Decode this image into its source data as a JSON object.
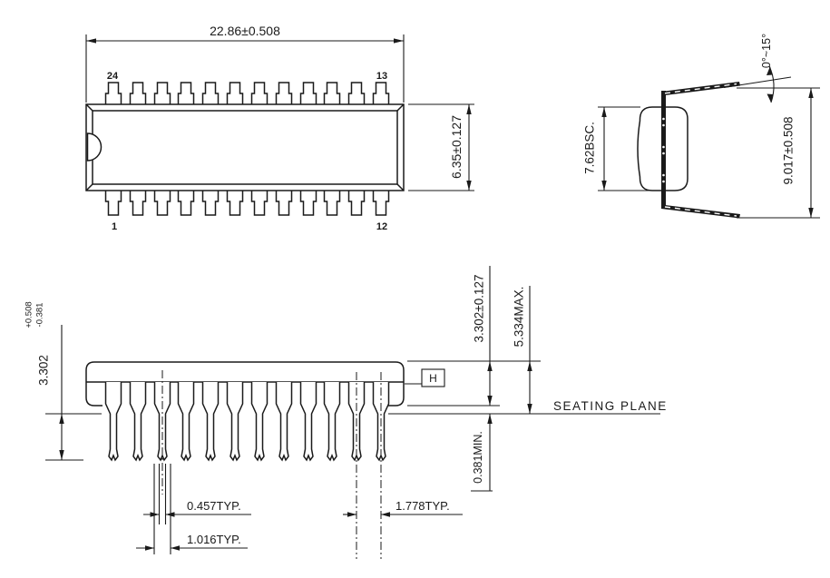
{
  "drawing": {
    "top_view": {
      "dim_overall_width": "22.86±0.508",
      "dim_body_width": "6.35±0.127",
      "pin_top_left": "24",
      "pin_top_right": "13",
      "pin_bottom_left": "1",
      "pin_bottom_right": "12"
    },
    "end_view": {
      "dim_row_spacing": "7.62BSC.",
      "dim_lead_span": "9.017±0.508",
      "dim_lead_angle": "0°~15°"
    },
    "side_view": {
      "dim_body_thickness": "3.302±0.127",
      "dim_max_height": "5.334MAX.",
      "dim_standoff": "0.381MIN.",
      "seating_plane_label": "SEATING PLANE",
      "dim_lead_length_value": "3.302",
      "dim_lead_length_tol_plus": "+0.508",
      "dim_lead_length_tol_minus": "-0.381",
      "dim_lead_tip_width": "0.457TYP.",
      "dim_lead_width": "1.016TYP.",
      "dim_lead_spacing": "1.778TYP.",
      "datum_label": "H"
    },
    "colors": {
      "line": "#1a1a1a",
      "background": "#ffffff"
    }
  }
}
